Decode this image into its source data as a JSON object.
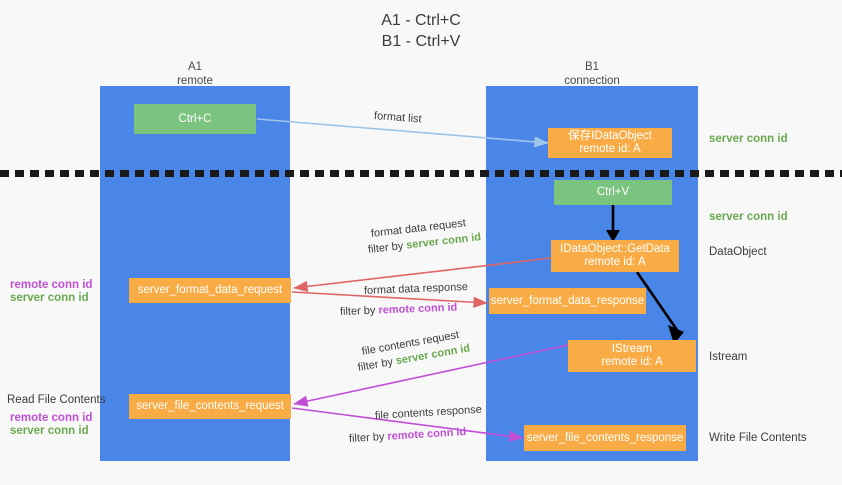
{
  "title": {
    "line1": "A1 - Ctrl+C",
    "line2": "B1 - Ctrl+V"
  },
  "columns": [
    {
      "name": "A1",
      "sub": "remote"
    },
    {
      "name": "B1",
      "sub": "connection"
    }
  ],
  "nodes": {
    "ctrl_c": "Ctrl+C",
    "ctrl_v": "Ctrl+V",
    "save_idataobject_l1": "保存IDataObject",
    "save_idataobject_l2": "remote id: A",
    "getdata_l1": "IDataObject::GetData",
    "getdata_l2": "remote id: A",
    "istream_l1": "IStream",
    "istream_l2": "remote id: A",
    "server_format_data_request": "server_format_data_request",
    "server_format_data_response": "server_format_data_response",
    "server_file_contents_request": "server_file_contents_request",
    "server_file_contents_response": "server_file_contents_response"
  },
  "edge_labels": {
    "format_list": "format list",
    "format_data_request": "format data request",
    "format_data_request_filter_prefix": "filter by ",
    "format_data_request_filter_value": "server conn id",
    "format_data_response": "format data response",
    "format_data_response_filter_prefix": "filter by ",
    "format_data_response_filter_value": "remote conn id",
    "file_contents_request": "file contents request",
    "file_contents_request_filter_prefix": "filter by ",
    "file_contents_request_filter_value": "server conn id",
    "file_contents_response": "file contents response",
    "file_contents_response_filter_prefix": "filter by ",
    "file_contents_response_filter_value": "remote conn id"
  },
  "right_labels": {
    "server_conn_id_top": "server conn id",
    "server_conn_id_second": "server conn id",
    "dataobject": "DataObject",
    "istream": "Istream",
    "write_file_contents": "Write File Contents"
  },
  "left_labels": {
    "remote_conn_id_upper": "remote conn id",
    "server_conn_id_upper": "server conn id",
    "read_file_contents": "Read File Contents",
    "remote_conn_id_lower": "remote conn id",
    "server_conn_id_lower": "server conn id"
  },
  "colors": {
    "lane": "#4a86e8",
    "green_node": "#7bc47f",
    "orange_node": "#f9ac46",
    "green_text": "#6aa84f",
    "magenta_text": "#c14fd6",
    "arrow_lightblue": "#9fc5e8",
    "arrow_red": "#e06666",
    "arrow_magenta": "#c14fd6",
    "arrow_black": "#000000",
    "background": "#f8f8f8"
  }
}
